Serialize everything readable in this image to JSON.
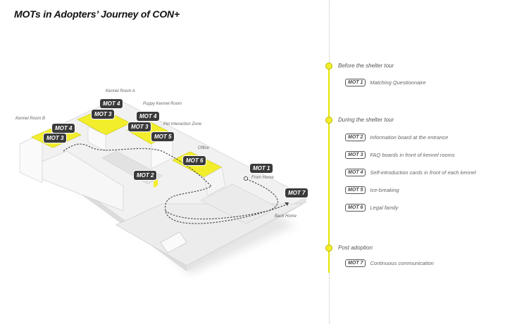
{
  "title": "MOTs in Adopters’ Journey of CON+",
  "colors": {
    "accent": "#f2ee2c",
    "tag_bg": "#3a3a3a",
    "text": "#111111"
  },
  "map": {
    "area_labels": {
      "kennel_room_a": "Kennel Room A",
      "kennel_room_b": "Kennel Room B",
      "puppy_kennel_room": "Puppy Kennel Room",
      "pet_interaction_zone": "Pet Interaction Zone",
      "office": "Office",
      "from_home": "From Home",
      "back_home": "Back Home"
    },
    "tags": {
      "a_mot4": "MOT 4",
      "a_mot3": "MOT 3",
      "b_mot4": "MOT 4",
      "b_mot3": "MOT 3",
      "p_mot4": "MOT 4",
      "p_mot3": "MOT 3",
      "mot5": "MOT 5",
      "mot6": "MOT 6",
      "mot2": "MOT 2",
      "mot1": "MOT 1",
      "mot7": "MOT 7"
    }
  },
  "timeline": {
    "phases": [
      {
        "label": "Before the shelter tour",
        "items": [
          {
            "badge": "MOT 1",
            "text": "Matching Questionnaire"
          }
        ]
      },
      {
        "label": "During the shelter tour",
        "items": [
          {
            "badge": "MOT 2",
            "text": "Information board at the entrance"
          },
          {
            "badge": "MOT 3",
            "text": "FAQ boards in front of kennel rooms"
          },
          {
            "badge": "MOT 4",
            "text": "Self-introduction cards in front of each kennel"
          },
          {
            "badge": "MOT 5",
            "text": "Ice-breaking"
          },
          {
            "badge": "MOT 6",
            "text": "Legal family"
          }
        ]
      },
      {
        "label": "Post adoption",
        "items": [
          {
            "badge": "MOT 7",
            "text": "Continuous communication"
          }
        ]
      }
    ]
  }
}
